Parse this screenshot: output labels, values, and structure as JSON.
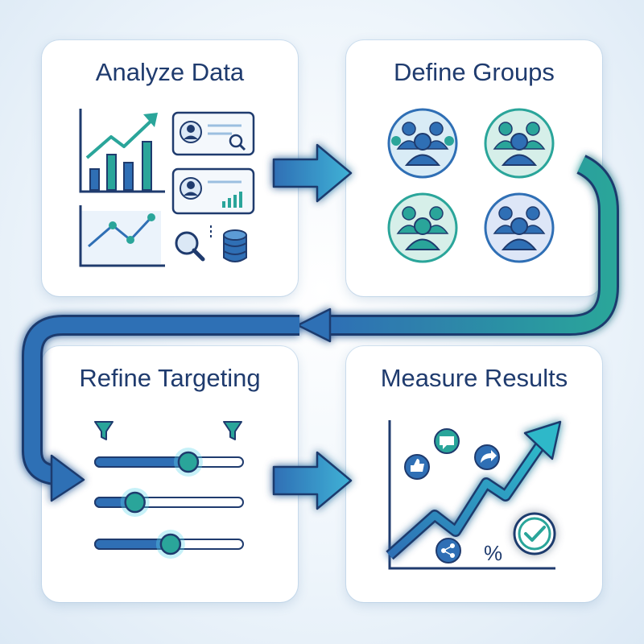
{
  "steps": {
    "analyze": {
      "title": "Analyze Data"
    },
    "define": {
      "title": "Define Groups"
    },
    "refine": {
      "title": "Refine Targeting"
    },
    "measure": {
      "title": "Measure Results",
      "percent_symbol": "%"
    }
  },
  "icons": {
    "analyze": [
      "bar-chart-icon",
      "line-chart-icon",
      "profile-search-icon",
      "profile-stats-icon",
      "magnifier-icon",
      "database-icon"
    ],
    "define": [
      "user-group-icon",
      "user-group-icon",
      "user-group-icon",
      "user-group-icon"
    ],
    "refine": [
      "filter-icon",
      "filter-icon",
      "slider-icon",
      "slider-icon",
      "slider-icon"
    ],
    "measure": [
      "like-icon",
      "comment-icon",
      "share-arrow-icon",
      "share-icon",
      "check-badge-icon",
      "growth-arrow-icon"
    ]
  },
  "sliders": [
    0.63,
    0.27,
    0.51
  ],
  "colors": {
    "navy": "#1f3b6e",
    "blue": "#2f6fb5",
    "teal": "#2aa59a",
    "glow": "#5fd6ea"
  }
}
